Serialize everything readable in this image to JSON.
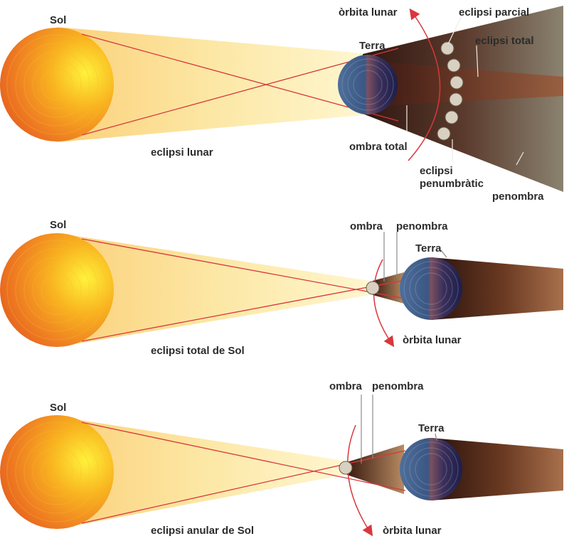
{
  "panels": {
    "lunar": {
      "sun_label": "Sol",
      "caption": "eclipsi lunar",
      "earth_label": "Terra",
      "orbit_label": "òrbita lunar",
      "partial_label": "eclipsi parcial",
      "total_label": "eclipsi total",
      "umbra_label": "ombra total",
      "penumbral_label_1": "eclipsi",
      "penumbral_label_2": "penumbràtic",
      "penumbra_label": "penombra"
    },
    "solar_total": {
      "sun_label": "Sol",
      "caption": "eclipsi total de Sol",
      "umbra_label": "ombra",
      "penumbra_label": "penombra",
      "earth_label": "Terra",
      "orbit_label": "òrbita lunar"
    },
    "solar_annular": {
      "sun_label": "Sol",
      "caption": "eclipsi anular de Sol",
      "umbra_label": "ombra",
      "penumbra_label": "penombra",
      "earth_label": "Terra",
      "orbit_label": "òrbita lunar"
    }
  },
  "colors": {
    "sun_core": "#ffe23a",
    "sun_edge": "#e8601c",
    "light_beam": "#fbdf8a",
    "earth": "#3d5a86",
    "earth_night": "#27264a",
    "shadow_dark": "#3c1a12",
    "shadow_mid": "#8a5a3a",
    "orbit": "#d9373c",
    "ray": "#d9373c"
  }
}
